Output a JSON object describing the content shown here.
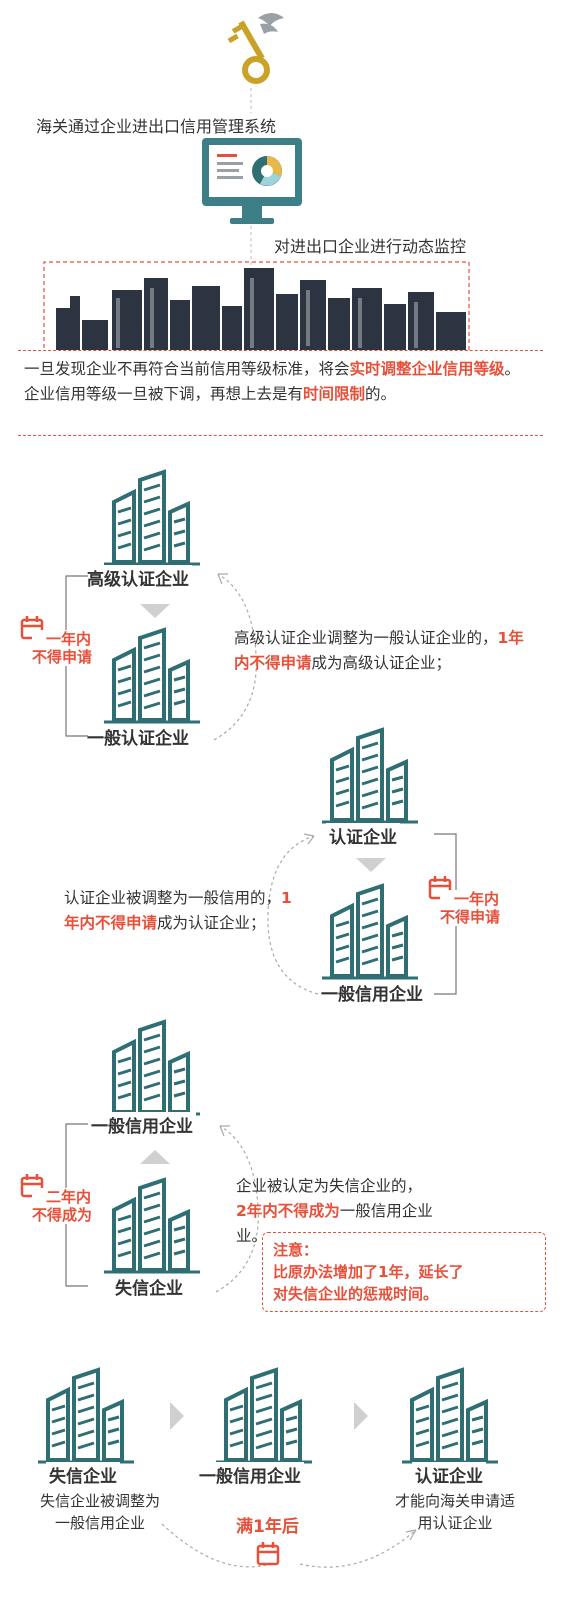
{
  "intro": {
    "line1": "海关通过企业进出口信用管理系统",
    "line2": "对进出口企业进行动态监控",
    "box_line1_a": "一旦发现企业不再符合当前信用等级标准，将会",
    "box_line1_red": "实时调整企业信用等级",
    "box_line1_b": "。",
    "box_line2_a": "企业信用等级一旦被下调，再想上去是有",
    "box_line2_red": "时间限制",
    "box_line2_b": "的。"
  },
  "section1": {
    "top_label": "高级认证企业",
    "bottom_label": "一般认证企业",
    "badge_line1": "一年内",
    "badge_line2": "不得申请",
    "desc_a": "高级认证企业调整为一般认证企业的，",
    "desc_red": "1年内不得申请",
    "desc_b": "成为高级认证企业；"
  },
  "section2": {
    "top_label": "认证企业",
    "bottom_label": "一般信用企业",
    "badge_line1": "一年内",
    "badge_line2": "不得申请",
    "desc_a": "认证企业被调整为一般信用的，",
    "desc_red": "1年内不得申请",
    "desc_b": "成为认证企业；"
  },
  "section3": {
    "top_label": "一般信用企业",
    "bottom_label": "失信企业",
    "badge_line1": "二年内",
    "badge_line2": "不得成为",
    "desc_line1": "企业被认定为失信企业的，",
    "desc_red": "2年内不得成为",
    "desc_b": "一般信用企业",
    "desc_line3": "业。",
    "note_title": "注意：",
    "note_line1": "比原办法增加了1年，延长了",
    "note_line2": "对失信企业的惩戒时间。"
  },
  "section4": {
    "label1": "失信企业",
    "label2": "一般信用企业",
    "label3": "认证企业",
    "caption1_line1": "失信企业被调整为",
    "caption1_line2": "一般信用企业",
    "badge": "满1年后",
    "caption3_line1": "才能向海关申请适",
    "caption3_line2": "用认证企业"
  },
  "colors": {
    "accent_red": "#e8503a",
    "teal": "#2f6f73",
    "dark_city": "#2b3440",
    "key_gold": "#c9a227",
    "monitor": "#3c7f86"
  },
  "icons": [
    "key-icon",
    "monitor-icon",
    "city-skyline",
    "building-icon",
    "calendar-icon",
    "arrow-icon"
  ]
}
